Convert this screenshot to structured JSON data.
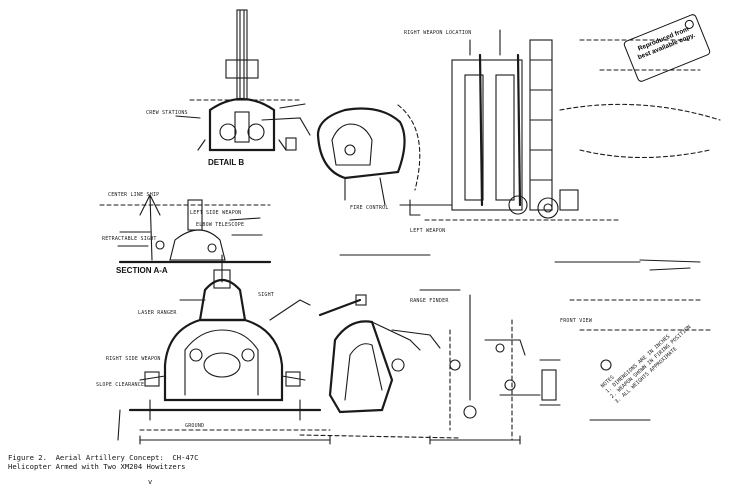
{
  "caption": {
    "line1": "Figure 2.  Aerial Artillery Concept:  CH-47C",
    "line2": "Helicopter Armed with Two XM204 Howitzers"
  },
  "stamp": {
    "line1": "Reproduced from",
    "line2": "best available copy."
  },
  "detail_b_title": "DETAIL B",
  "section_aa_title": "SECTION A-A",
  "footnote": "v",
  "labels": {
    "crew_stations": "CREW STATIONS",
    "laser_ranger": "LASER RANGER",
    "right_side_weapon": "RIGHT SIDE WEAPON",
    "slope_clearance": "SLOPE CLEARANCE",
    "ground": "GROUND",
    "left_side_weapon": "LEFT SIDE WEAPON",
    "elbow_telescope": "ELBOW TELESCOPE",
    "retractable_sight": "RETRACTABLE SIGHT",
    "center_line_ship": "CENTER LINE SHIP",
    "right_weapon_location": "RIGHT WEAPON LOCATION",
    "fire_control": "FIRE CONTROL",
    "left_weapon": "LEFT WEAPON",
    "front_view": "FRONT VIEW",
    "sight": "SIGHT",
    "range_finder": "RANGE FINDER"
  },
  "notes": [
    "NOTES",
    "1. DIMENSIONS ARE IN INCHES",
    "2. WEAPON SHOWN IN FIRING POSITION",
    "3. ALL WEIGHTS APPROXIMATE"
  ]
}
